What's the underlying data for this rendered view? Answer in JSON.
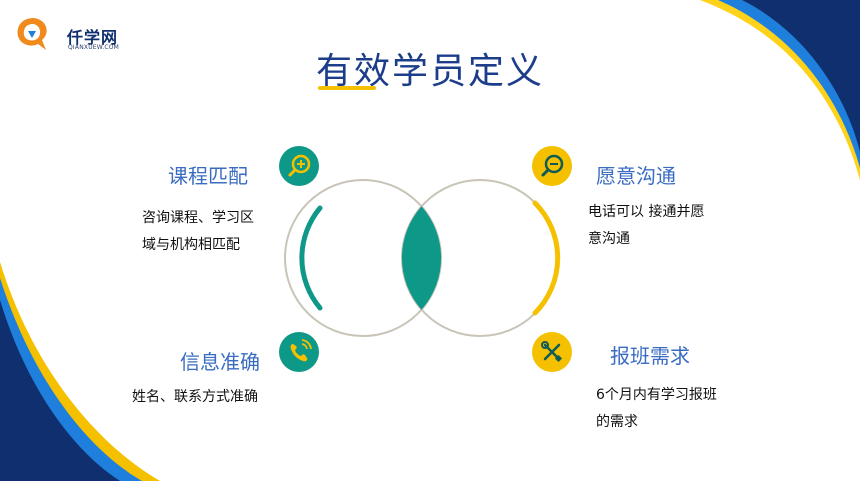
{
  "logo": {
    "name": "仟学网",
    "domain": "QIANXUEW.COM"
  },
  "title": "有效学员定义",
  "items": [
    {
      "label": "课程匹配",
      "desc_lines": [
        "咨询课程、学习区",
        "域与机构相匹配"
      ],
      "icon": "magnify-plus-icon"
    },
    {
      "label": "愿意沟通",
      "desc_lines": [
        "电话可以 接通并愿",
        "意沟通"
      ],
      "icon": "magnify-minus-icon"
    },
    {
      "label": "信息准确",
      "desc_lines": [
        "姓名、联系方式准确"
      ],
      "icon": "phone-icon"
    },
    {
      "label": "报班需求",
      "desc_lines": [
        "6个月内有学习报班",
        "的需求"
      ],
      "icon": "cross-tools-icon"
    }
  ],
  "colors": {
    "teal": "#0e9888",
    "yellow": "#f5c000",
    "navy": "#0f2f6e",
    "blue": "#1f7fdc",
    "label_blue": "#3a6cc2"
  }
}
